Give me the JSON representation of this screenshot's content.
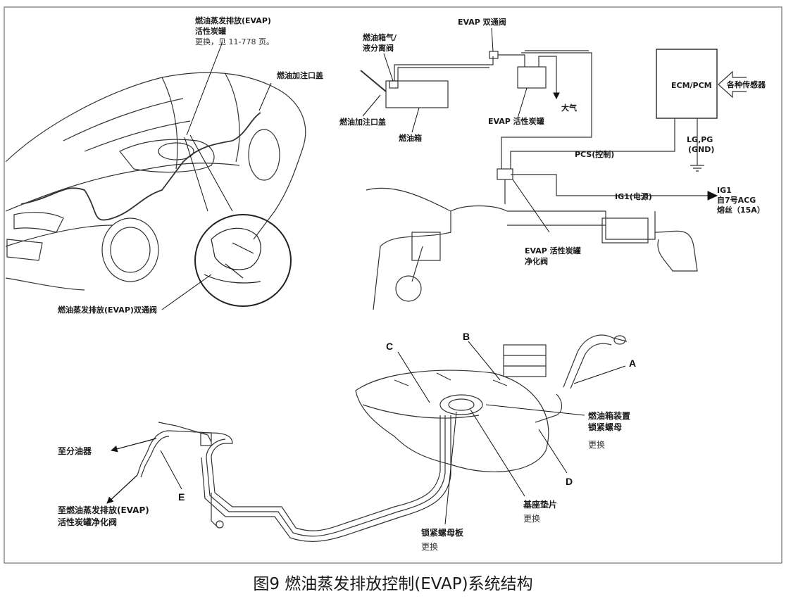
{
  "caption": "图9 燃油蒸发排放控制(EVAP)系统结构",
  "car_view": {
    "canister_title1": "燃油蒸发排放(EVAP)",
    "canister_title2": "活性炭罐",
    "canister_note": "更换，见 11-778 页。",
    "filler_cap": "燃油加注口盖",
    "two_way_valve": "燃油蒸发排放(EVAP)双通阀"
  },
  "schematic": {
    "evap_two_way": "EVAP 双通阀",
    "separator1": "燃油箱气/",
    "separator2": "液分离阀",
    "filler_cap": "燃油加注口盖",
    "fuel_tank": "燃油箱",
    "canister": "EVAP 活性炭罐",
    "atmosphere": "大气",
    "ecm": "ECM/PCM",
    "sensors": "各种传感器",
    "gnd1": "LG,PG",
    "gnd2": "(GND)",
    "pcs": "PCS(控制)",
    "ig1_label": "IG1(电源)",
    "ig1": "IG1",
    "fuse1": "自7号ACG",
    "fuse2": "熔丝（15A）",
    "purge1": "EVAP 活性炭罐",
    "purge2": "净化阀"
  },
  "tank_view": {
    "A": "A",
    "B": "B",
    "C": "C",
    "D": "D",
    "E": "E",
    "nut1": "燃油箱装置",
    "nut2": "锁紧螺母",
    "nut_replace": "更换",
    "gasket": "基座垫片",
    "gasket_replace": "更换",
    "plate": "锁紧螺母板",
    "plate_replace": "更换",
    "to_distributor": "至分油器",
    "to_purge1": "至燃油蒸发排放(EVAP)",
    "to_purge2": "活性炭罐净化阀"
  }
}
